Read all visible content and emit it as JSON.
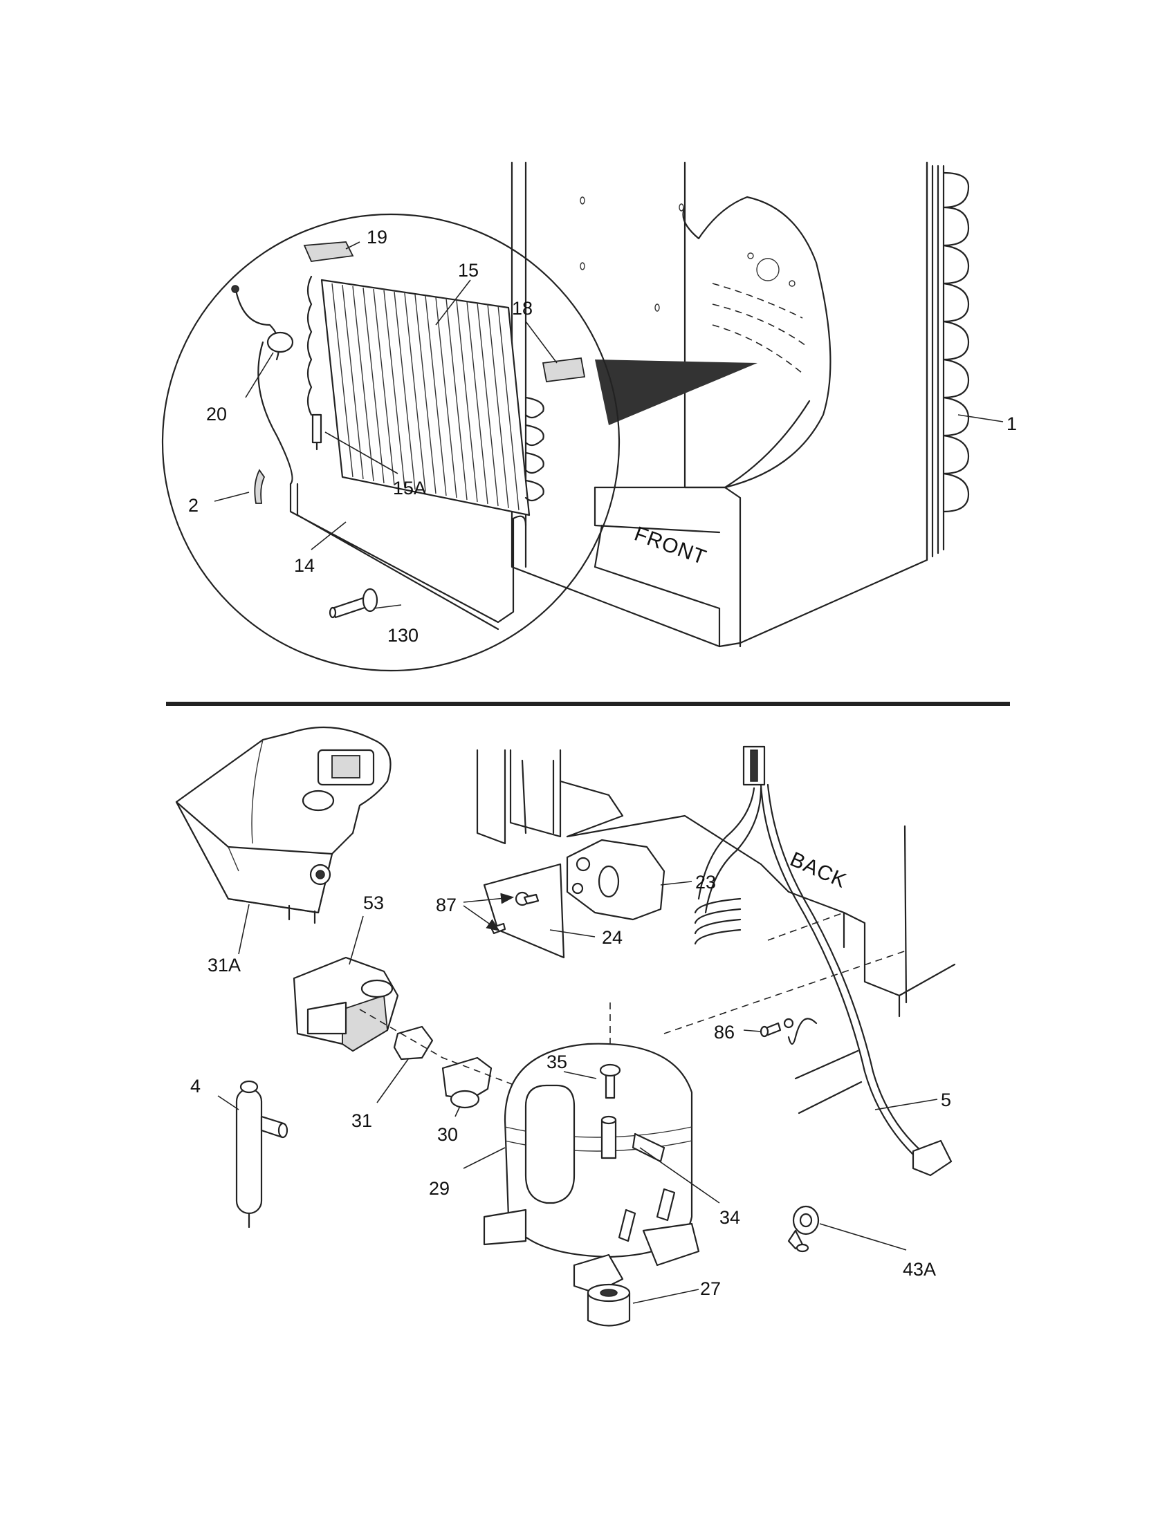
{
  "upper_view": {
    "orientation_label": "FRONT",
    "callouts": [
      "19",
      "15",
      "18",
      "20",
      "15A",
      "1",
      "2",
      "14",
      "130"
    ]
  },
  "lower_view": {
    "orientation_label": "BACK",
    "callouts": [
      "31A",
      "53",
      "87",
      "23",
      "24",
      "86",
      "4",
      "31",
      "30",
      "35",
      "29",
      "34",
      "5",
      "43A",
      "27"
    ]
  }
}
